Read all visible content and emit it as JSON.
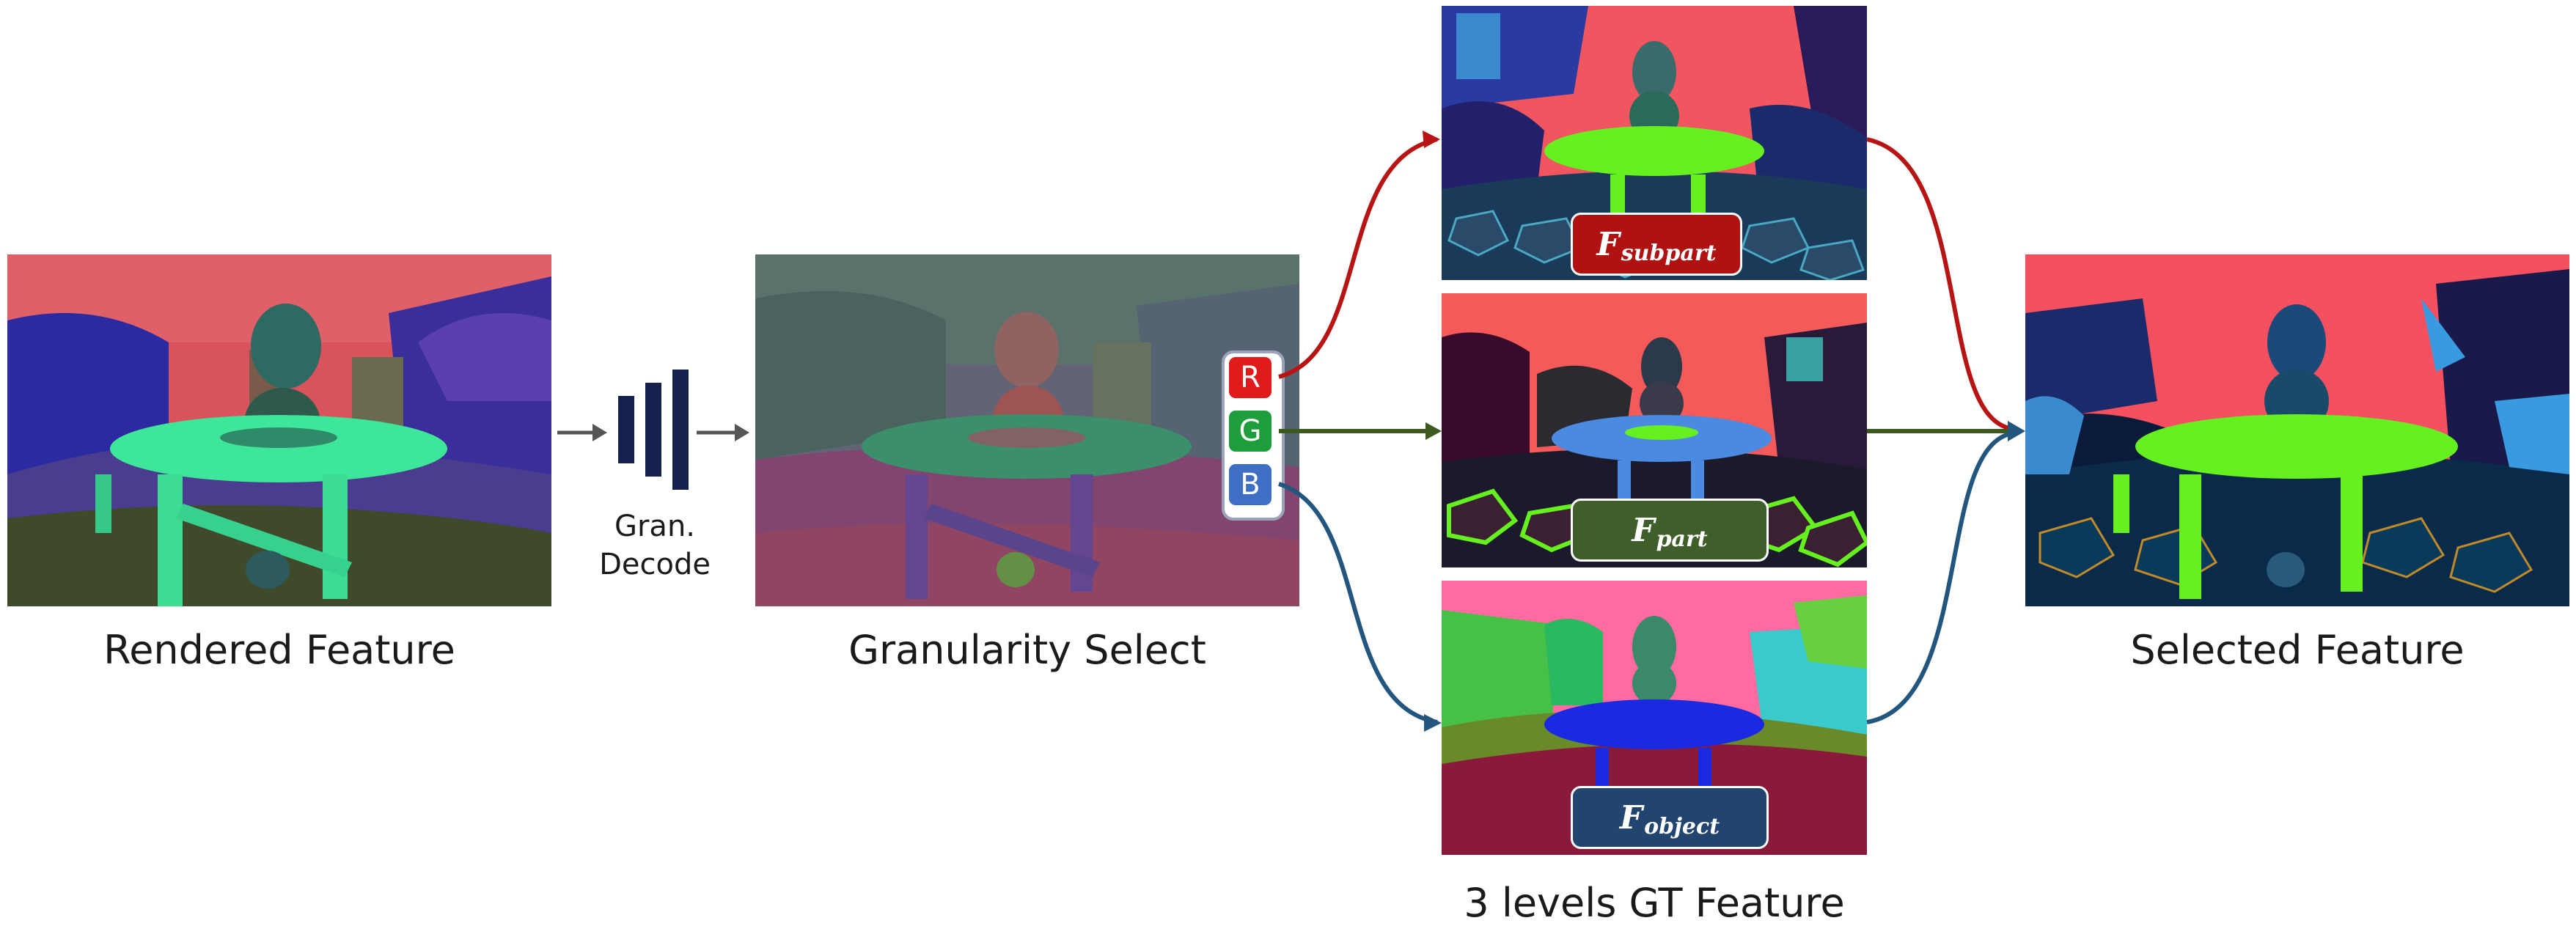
{
  "captions": {
    "rendered": "Rendered Feature",
    "granularity": "Granularity Select",
    "gt": "3 levels GT Feature",
    "selected": "Selected Feature"
  },
  "decoder": {
    "line1": "Gran.",
    "line2": "Decode"
  },
  "channels": {
    "r": "R",
    "g": "G",
    "b": "B"
  },
  "feature_labels": {
    "subpart": {
      "main": "F",
      "sub": "subpart"
    },
    "part": {
      "main": "F",
      "sub": "part"
    },
    "object": {
      "main": "F",
      "sub": "object"
    }
  },
  "colors": {
    "red_path": "#b81414",
    "green_path": "#3d5a1e",
    "blue_path": "#23567f",
    "chip_r": "#e01b1b",
    "chip_g": "#1e9e3a",
    "chip_b": "#3f6fc4",
    "decoder_bars": "#15204d",
    "label_subpart": "#b01212",
    "label_part": "#3f5e2a",
    "label_object": "#22456f"
  }
}
